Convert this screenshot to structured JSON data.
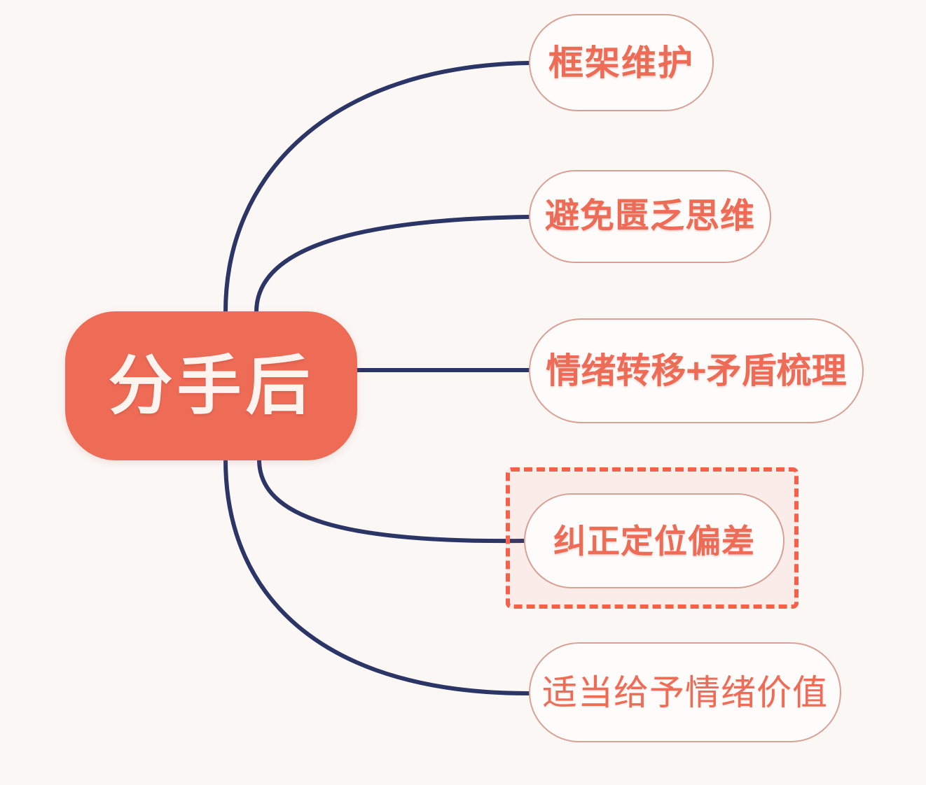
{
  "diagram": {
    "type": "mind-map",
    "title": "分手后",
    "background_color": "#fbf7f5",
    "accent_color": "#ee6b56",
    "connector_color": "#2b3566",
    "highlight_color": "#f4604a",
    "central_node": {
      "label": "分手后",
      "text_color": "#fdf4f0",
      "fill_color": "#ee6b56"
    },
    "branches": [
      {
        "label": "框架维护",
        "text_color": "#ee6b56",
        "fill_color": "#fefcfb",
        "border_color": "#d9a095",
        "highlighted": false,
        "bold": true
      },
      {
        "label": "避免匮乏思维",
        "text_color": "#ee6b56",
        "fill_color": "#fefcfb",
        "border_color": "#d9a095",
        "highlighted": false,
        "bold": true
      },
      {
        "label": "情绪转移+矛盾梳理",
        "text_color": "#ee6b56",
        "fill_color": "#fefcfb",
        "border_color": "#d9a095",
        "highlighted": false,
        "bold": true
      },
      {
        "label": "纠正定位偏差",
        "text_color": "#ee6b56",
        "fill_color": "#fefcfb",
        "border_color": "#d9a095",
        "highlighted": true,
        "bold": true
      },
      {
        "label": "适当给予情绪价值",
        "text_color": "#ee6b56",
        "fill_color": "#fefcfb",
        "border_color": "#d9a095",
        "highlighted": false,
        "bold": false
      }
    ]
  }
}
